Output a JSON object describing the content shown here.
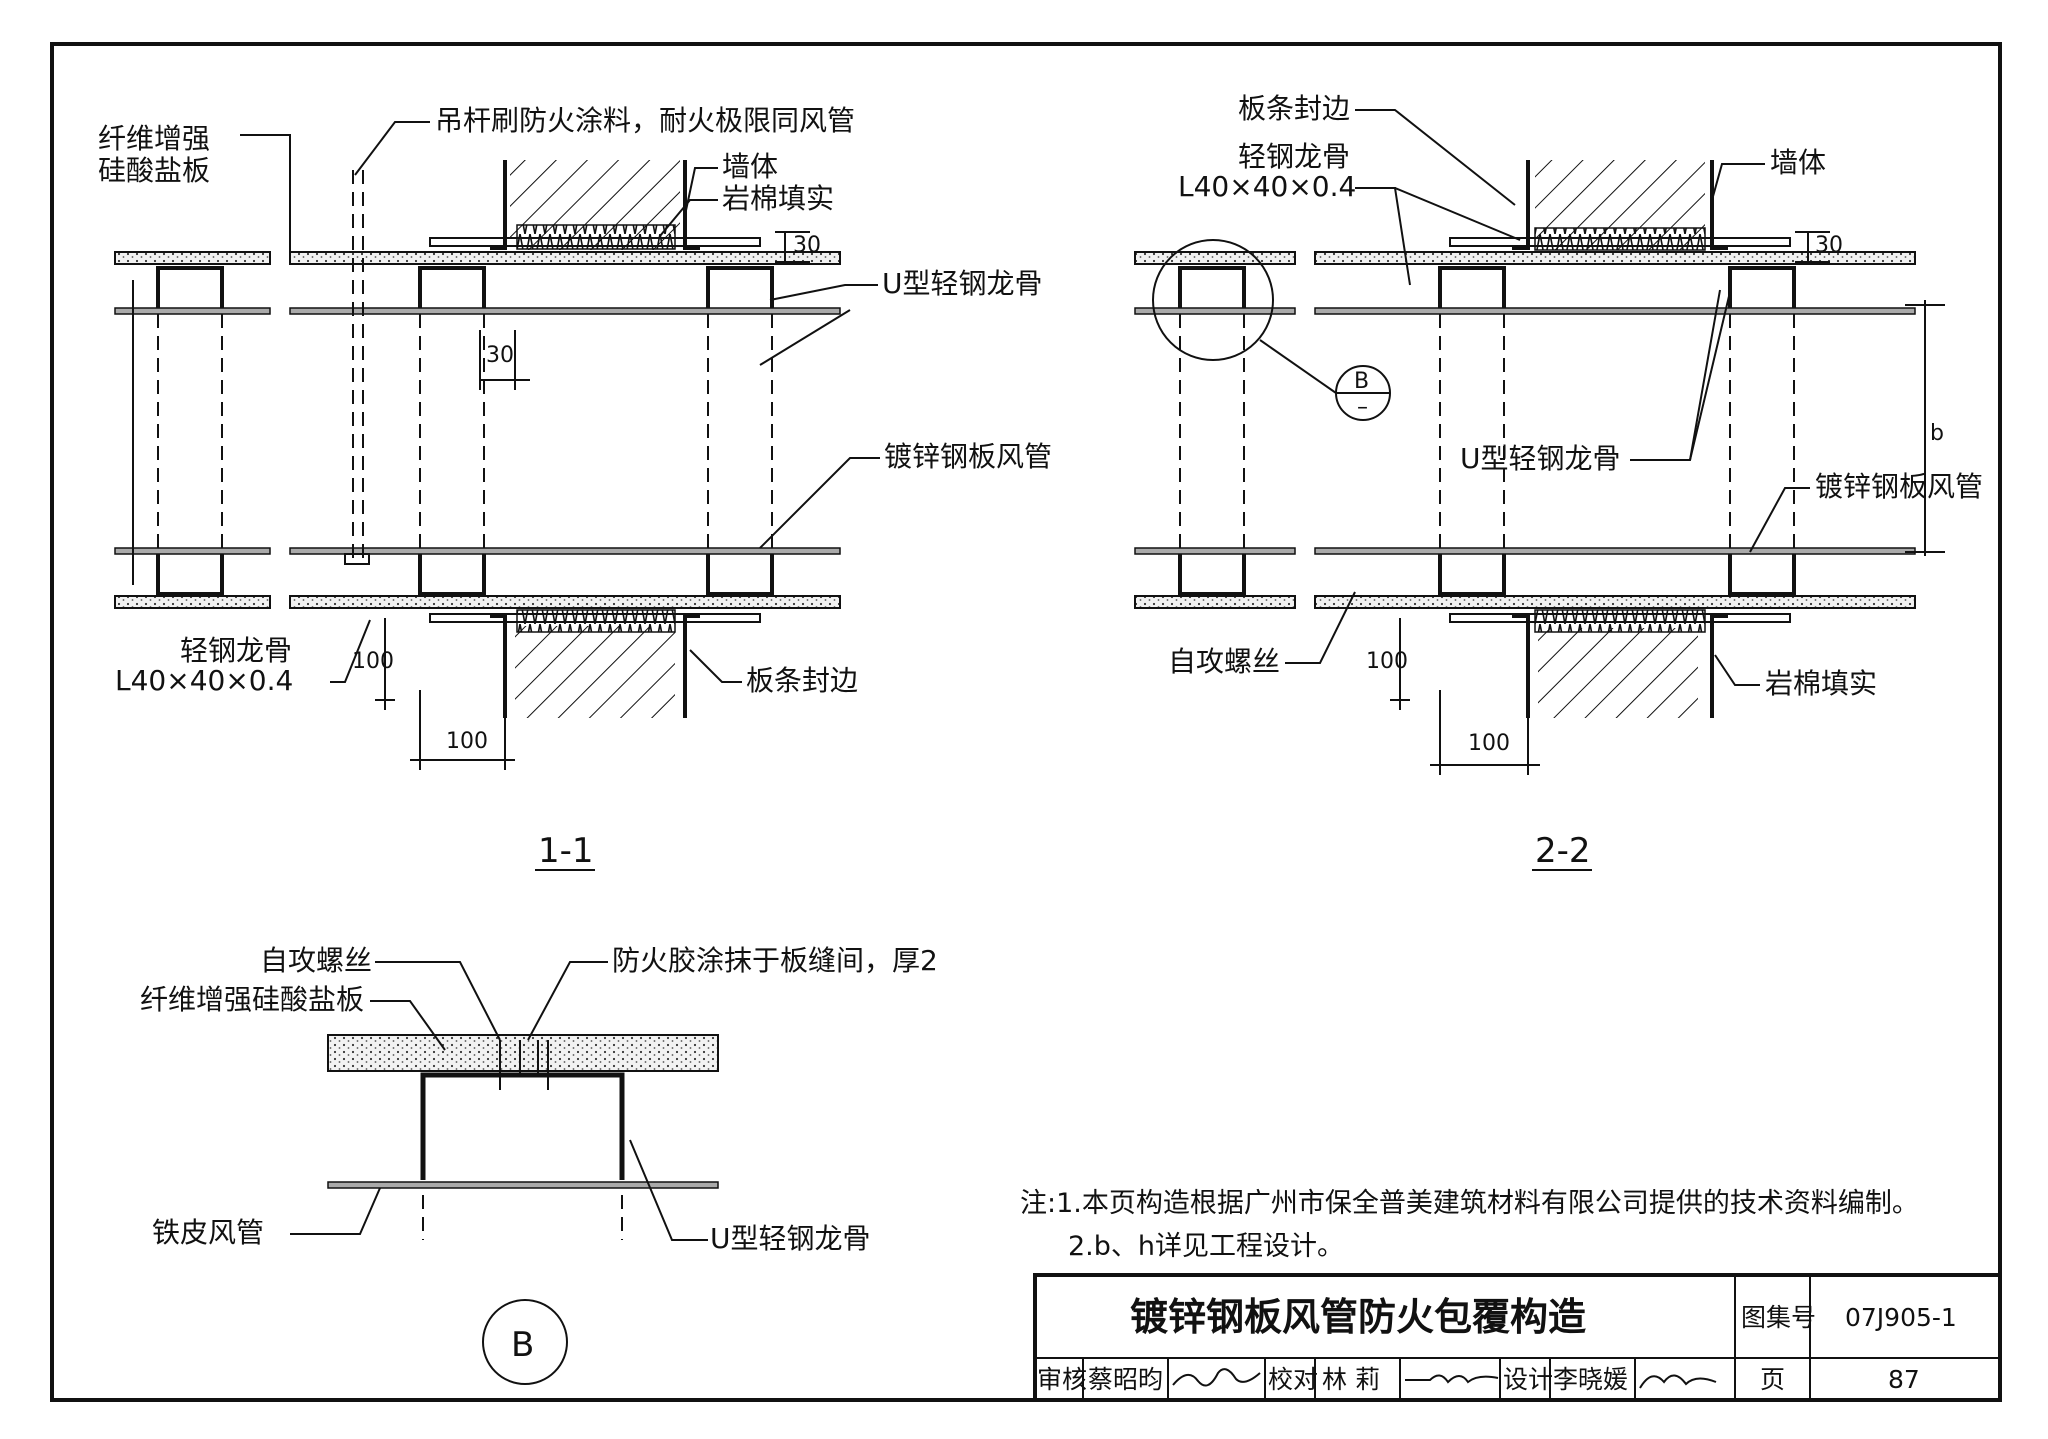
{
  "section_1_1": {
    "title": "1-1",
    "labels": {
      "board": "纤维增强",
      "board_2": "硅酸盐板",
      "hanger": "吊杆刷防火涂料，耐火极限同风管",
      "wall": "墙体",
      "rockwool": "岩棉填实",
      "u_keel": "U型轻钢龙骨",
      "duct": "镀锌钢板风管",
      "light_keel": "轻钢龙骨",
      "light_keel_spec": "L40×40×0.4",
      "edge_strip": "板条封边"
    },
    "dims": {
      "d30_top": "30",
      "d30_mid": "30",
      "d100_v": "100",
      "d100_h": "100"
    }
  },
  "section_2_2": {
    "title": "2-2",
    "labels": {
      "edge_strip": "板条封边",
      "light_keel": "轻钢龙骨",
      "light_keel_spec": "L40×40×0.4",
      "wall": "墙体",
      "detail_ref": "B",
      "detail_sub": "–",
      "u_keel": "U型轻钢龙骨",
      "duct": "镀锌钢板风管",
      "screw": "自攻螺丝",
      "rockwool": "岩棉填实"
    },
    "dims": {
      "d30_top": "30",
      "d_b": "b",
      "d100_v": "100",
      "d100_h": "100"
    }
  },
  "detail_b": {
    "marker": "B",
    "labels": {
      "screw": "自攻螺丝",
      "board": "纤维增强硅酸盐板",
      "fire_glue": "防火胶涂抹于板缝间，厚2",
      "duct": "铁皮风管",
      "u_keel": "U型轻钢龙骨"
    }
  },
  "notes": {
    "n1": "注:1.本页构造根据广州市保全普美建筑材料有限公司提供的技术资料编制。",
    "n2": "2.b、h详见工程设计。"
  },
  "title_block": {
    "title": "镀锌钢板风管防火包覆构造",
    "atlas_label": "图集号",
    "atlas_no": "07J905-1",
    "review_label": "审核",
    "reviewer": "蔡昭昀",
    "check_label": "校对",
    "checker": "林 莉",
    "design_label": "设计",
    "designer": "李晓媛",
    "page_label": "页",
    "page_no": "87"
  }
}
